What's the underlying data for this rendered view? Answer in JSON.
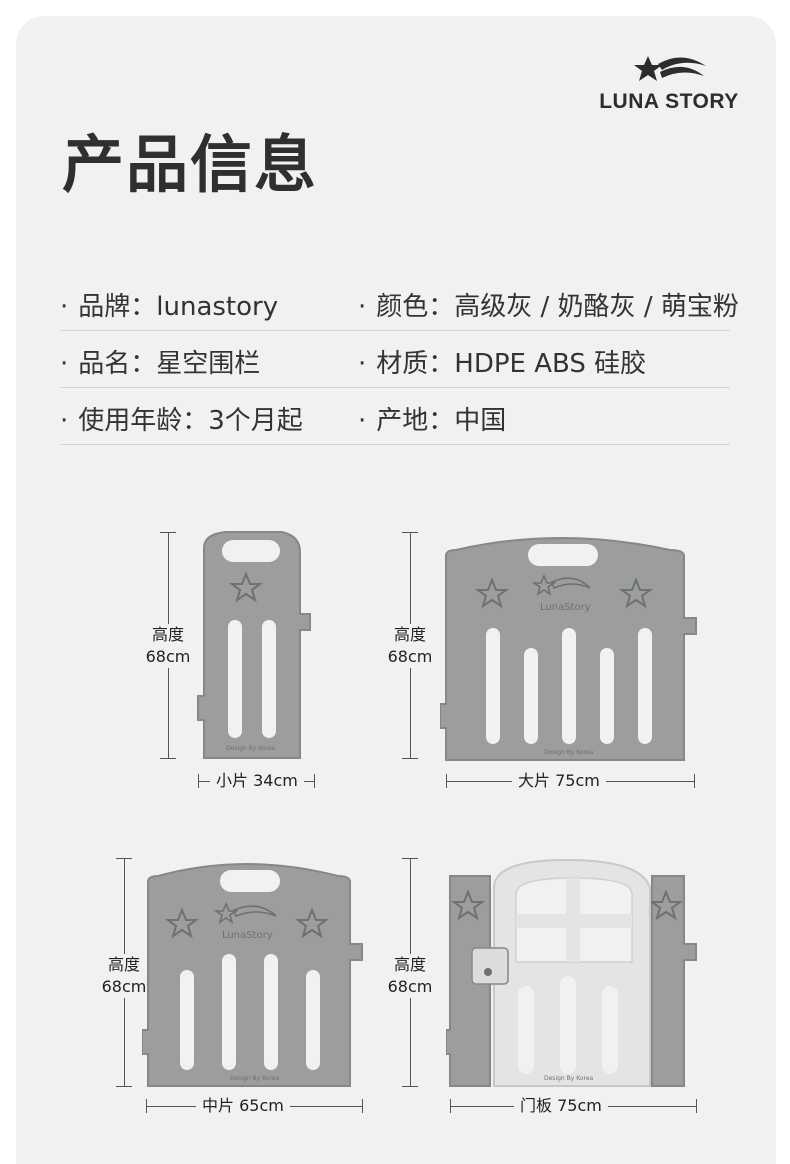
{
  "brand": {
    "logo_text": "LUNA STORY"
  },
  "title": "产品信息",
  "specs": [
    {
      "left": "品牌：lunastory",
      "right": "颜色：高级灰 / 奶酪灰 / 萌宝粉"
    },
    {
      "left": "品名：星空围栏",
      "right": "材质：HDPE ABS 硅胶"
    },
    {
      "left": "使用年龄：3个月起",
      "right": "产地：中国"
    }
  ],
  "bullet": "·",
  "height_label": {
    "line1": "高度",
    "line2": "68cm"
  },
  "panels": {
    "small": {
      "width_label": "小片 34cm",
      "footer": "Design By Korea"
    },
    "large": {
      "width_label": "大片 75cm",
      "logo": "LunaStory",
      "footer": "Design By Korea"
    },
    "medium": {
      "width_label": "中片 65cm",
      "logo": "LunaStory",
      "footer": "Design By Korea"
    },
    "door": {
      "width_label": "门板 75cm",
      "footer": "Design By Korea"
    }
  },
  "colors": {
    "panel_gray": "#9b9e9c",
    "panel_edge": "#7d807e",
    "door_white": "#e4e5e3",
    "background": "#f1f1f0"
  },
  "icons": [
    "shooting-star-icon",
    "star-icon"
  ]
}
